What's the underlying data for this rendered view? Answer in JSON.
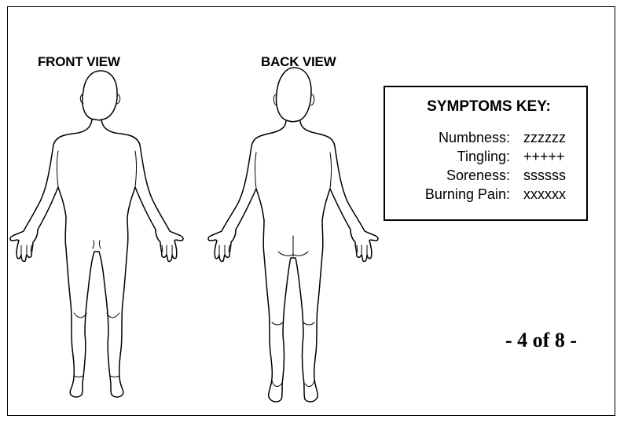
{
  "views": {
    "front_label": "FRONT VIEW",
    "back_label": "BACK VIEW"
  },
  "symptoms_key": {
    "title": "SYMPTOMS KEY:",
    "rows": [
      {
        "label": "Numbness:",
        "value": "zzzzzz"
      },
      {
        "label": "Tingling:",
        "value": "+++++"
      },
      {
        "label": "Soreness:",
        "value": "ssssss"
      },
      {
        "label": "Burning Pain:",
        "value": "xxxxxx"
      }
    ]
  },
  "page_number": "- 4 of 8 -",
  "colors": {
    "ink": "#000000",
    "background": "#ffffff"
  }
}
